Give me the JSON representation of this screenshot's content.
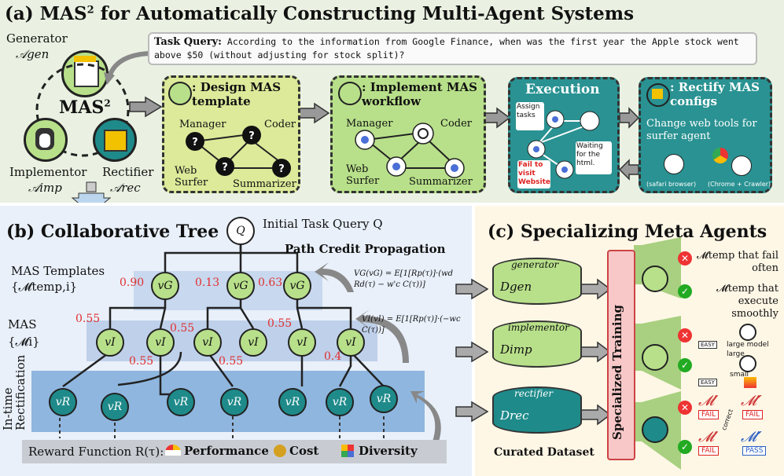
{
  "panel_a": {
    "title": "(a) MAS",
    "title_sup": "2",
    "title_rest": " for Automatically Constructing Multi-Agent Systems",
    "generator_label": "Generator",
    "generator_sym": "𝒜gen",
    "mas_label": "MAS",
    "mas_sup": "2",
    "implementor_label": "Implementor",
    "implementor_sym": "𝒜imp",
    "rectifier_label": "Rectifier",
    "rectifier_sym": "𝒜rec",
    "task_query_label": "Task Query:",
    "task_query_text": "According to the information from Google Finance, when was the first year the Apple stock went above $50 (without adjusting for stock split)?",
    "stage1_title": ": Design MAS template",
    "stage1_roles": [
      "Manager",
      "Coder",
      "Web Surfer",
      "Summarizer"
    ],
    "stage2_title": ": Implement MAS workflow",
    "stage2_roles": [
      "Manager",
      "Coder",
      "Web Surfer",
      "Summarizer"
    ],
    "stage3_title": "Execution",
    "stage3_notes": [
      "Assign tasks",
      "Waiting for the html.",
      "Fail to visit Website"
    ],
    "stage4_title": ": Rectify MAS configs",
    "stage4_text": "Change web tools for surfer agent",
    "stage4_left": "(safari browser)",
    "stage4_right": "(Chrome + Crawler)"
  },
  "panel_b": {
    "title": "(b) Collaborative Tree",
    "root_label": "Q",
    "root_caption": "Initial Task Query Q",
    "path_credit": "Path Credit Propagation",
    "templates_label": "MAS Templates",
    "templates_set": "{𝓜temp,i}",
    "mas_label": "MAS",
    "mas_set": "{𝓜i}",
    "rectification_label": "In-time Rectification",
    "vg_scores": [
      "0.90",
      "0.13",
      "0.63"
    ],
    "vi_scores": [
      "0.55",
      "0.55",
      "0.55",
      "0.55",
      "0.55",
      "0.4"
    ],
    "node_g": "vG",
    "node_i": "vI",
    "node_r": "vR",
    "formula_g": "VG(vG) = E[1[Rp(τ)]·(wd Rd(τ) − w'c C(τ))]",
    "formula_i": "VI(vI) = E[1[Rp(τ)]·(−wc C(τ))]",
    "reward_label": "Reward Function R(τ):",
    "reward_items": [
      "Performance",
      "Cost",
      "Diversity"
    ]
  },
  "panel_c": {
    "title": "(c) Specializing Meta Agents",
    "db_gen_tag": "generator",
    "db_gen": "Dgen",
    "db_imp_tag": "implementor",
    "db_imp": "Dimp",
    "db_rec_tag": "rectifier",
    "db_rec": "Drec",
    "curated": "Curated Dataset",
    "specialized": "Specialized Training",
    "gen_bad": "𝓜temp that fail often",
    "gen_good": "𝓜temp that execute smoothly",
    "imp_bad": "large model",
    "imp_bad2": "large",
    "imp_good": "small",
    "easy": "EASY",
    "rec_fail": "FAIL",
    "rec_pass": "PASS",
    "rec_correct": "correct",
    "m_prime": "𝓜′",
    "m_dprime": "𝓜″"
  },
  "colors": {
    "panel_a": "#eaf1e2",
    "panel_b": "#e9f0fa",
    "panel_c": "#fff7e6",
    "node_green": "#b8e08a",
    "node_teal": "#1f8a8a",
    "score_red": "#e03030"
  }
}
